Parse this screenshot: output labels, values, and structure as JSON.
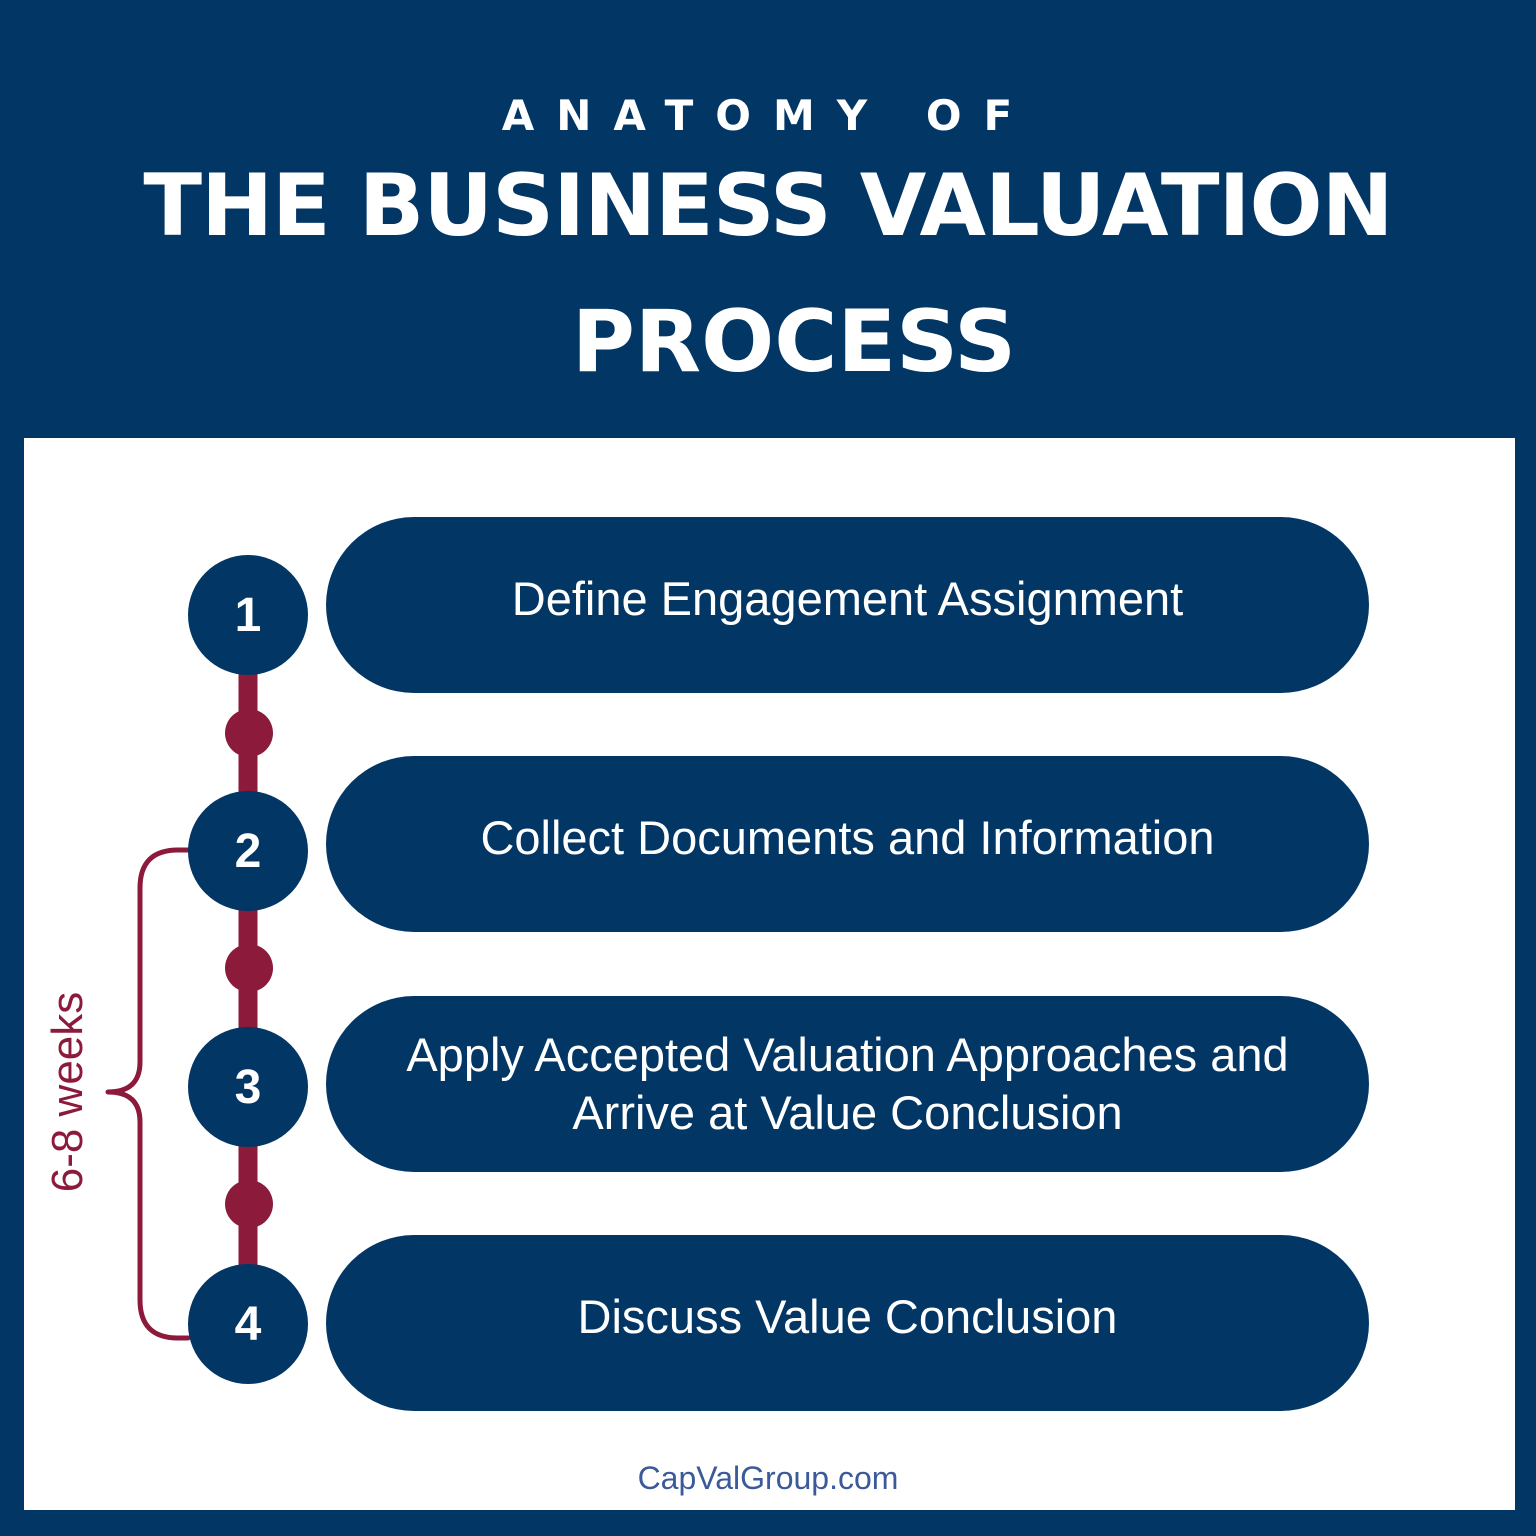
{
  "header": {
    "kicker": "ANATOMY OF",
    "title_line1": "THE BUSINESS VALUATION",
    "title_line2": "PROCESS"
  },
  "steps": [
    {
      "number": "1",
      "label": "Define Engagement Assignment"
    },
    {
      "number": "2",
      "label": "Collect Documents and Information"
    },
    {
      "number": "3",
      "label": "Apply Accepted Valuation Approaches and\nArrive at Value Conclusion"
    },
    {
      "number": "4",
      "label": "Discuss Value Conclusion"
    }
  ],
  "duration_label": "6-8 weeks",
  "footer": "CapValGroup.com",
  "colors": {
    "navy": "#023665",
    "maroon": "#8b1a3b",
    "white": "#ffffff",
    "footer_text": "#3a5a9a"
  }
}
